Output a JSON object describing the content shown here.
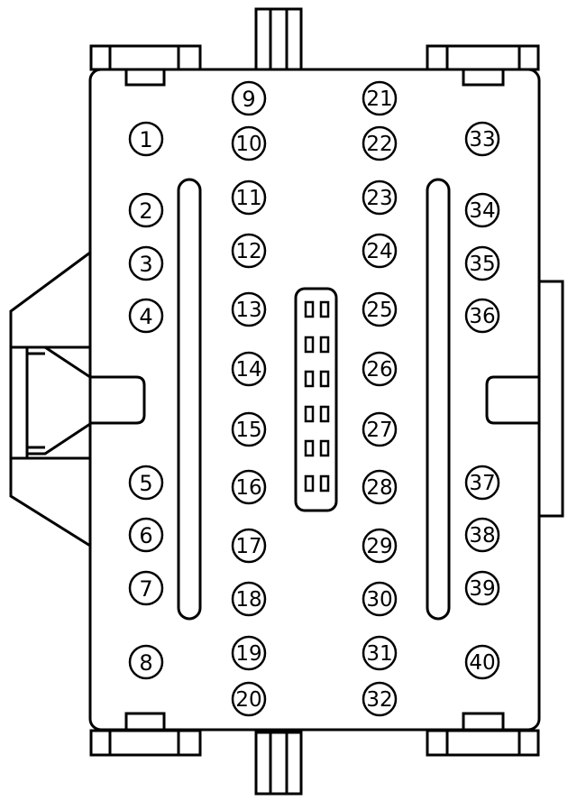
{
  "colors": {
    "stroke": "#000000",
    "fill": "#ffffff"
  },
  "pins": {
    "col_1": [
      "1",
      "2",
      "3",
      "4",
      "5",
      "6",
      "7",
      "8"
    ],
    "col_2": [
      "9",
      "10",
      "11",
      "12",
      "13",
      "14",
      "15",
      "16",
      "17",
      "18",
      "19",
      "20"
    ],
    "col_3": [
      "21",
      "22",
      "23",
      "24",
      "25",
      "26",
      "27",
      "28",
      "29",
      "30",
      "31",
      "32"
    ],
    "col_4": [
      "33",
      "34",
      "35",
      "36",
      "37",
      "38",
      "39",
      "40"
    ]
  }
}
